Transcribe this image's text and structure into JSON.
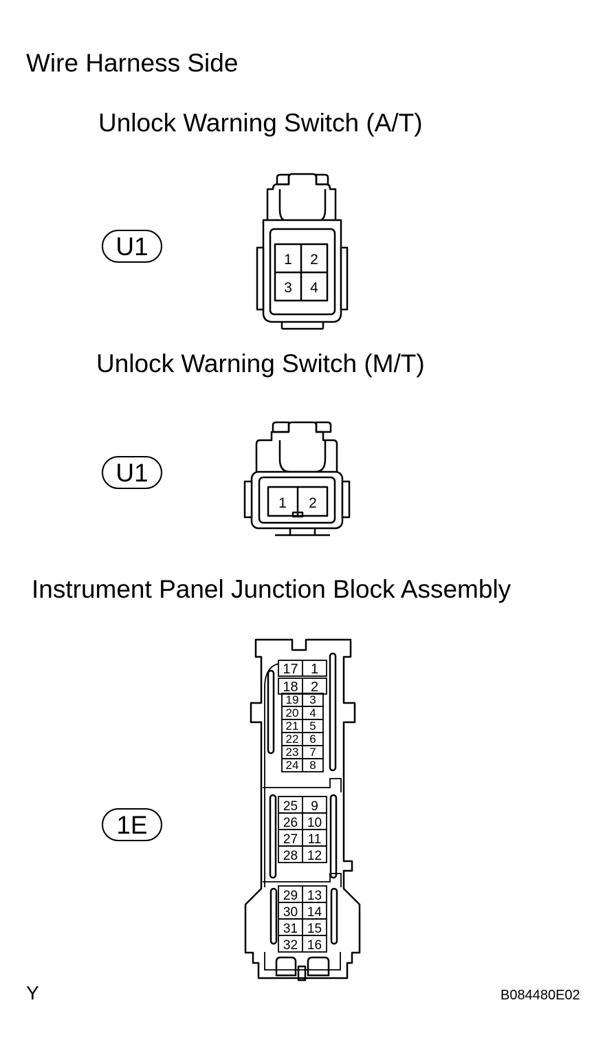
{
  "header": {
    "title": "Wire Harness Side"
  },
  "connectors": [
    {
      "title": "Unlock Warning Switch (A/T)",
      "badge": "U1",
      "pins": [
        "1",
        "2",
        "3",
        "4"
      ]
    },
    {
      "title": "Unlock Warning Switch (M/T)",
      "badge": "U1",
      "pins": [
        "1",
        "2"
      ]
    },
    {
      "title": "Instrument Panel Junction Block Assembly",
      "badge": "1E",
      "pins_left": [
        "17",
        "18",
        "19",
        "20",
        "21",
        "22",
        "23",
        "24",
        "25",
        "26",
        "27",
        "28",
        "29",
        "30",
        "31",
        "32"
      ],
      "pins_right": [
        "1",
        "2",
        "3",
        "4",
        "5",
        "6",
        "7",
        "8",
        "9",
        "10",
        "11",
        "12",
        "13",
        "14",
        "15",
        "16"
      ]
    }
  ],
  "footer": {
    "left_mark": "Y",
    "figure_code": "B084480E02"
  }
}
